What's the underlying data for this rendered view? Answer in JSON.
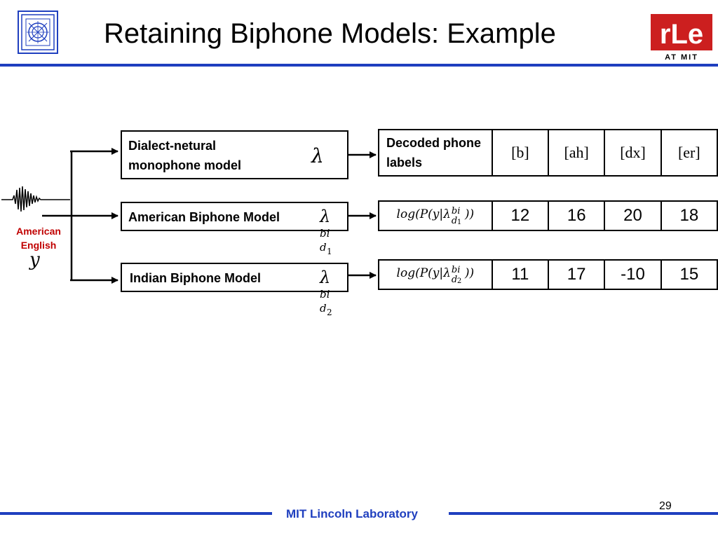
{
  "slide": {
    "title": "Retaining Biphone Models: Example",
    "page_number": "29",
    "footer": "MIT Lincoln Laboratory",
    "accent_color": "#1f3fbf"
  },
  "logos": {
    "left": {
      "icon": "mit-ll-logo-icon"
    },
    "right": {
      "icon": "rle-logo-icon",
      "text": "rLe",
      "subtext": "AT MIT",
      "color": "#cc1f1f"
    }
  },
  "input": {
    "label": "American English",
    "variable": "y",
    "icon": "waveform-icon"
  },
  "models": {
    "neutral": {
      "label": "Dialect-netural monophone model",
      "symbol": "λ"
    },
    "american": {
      "label": "American Biphone Model",
      "symbol": "λ",
      "sup": "bi",
      "sub": "d",
      "subsub": "1"
    },
    "indian": {
      "label": "Indian Biphone Model",
      "symbol": "λ",
      "sup": "bi",
      "sub": "d",
      "subsub": "2"
    }
  },
  "tables": {
    "decoded": {
      "label": "Decoded phone labels",
      "phones": [
        "[b]",
        "[ah]",
        "[dx]",
        "[er]"
      ]
    },
    "american": {
      "row_label": "log(P(y|λ))",
      "values": [
        "12",
        "16",
        "20",
        "18"
      ]
    },
    "indian": {
      "row_label": "log(P(y|λ))",
      "values": [
        "11",
        "17",
        "-10",
        "15"
      ]
    }
  }
}
